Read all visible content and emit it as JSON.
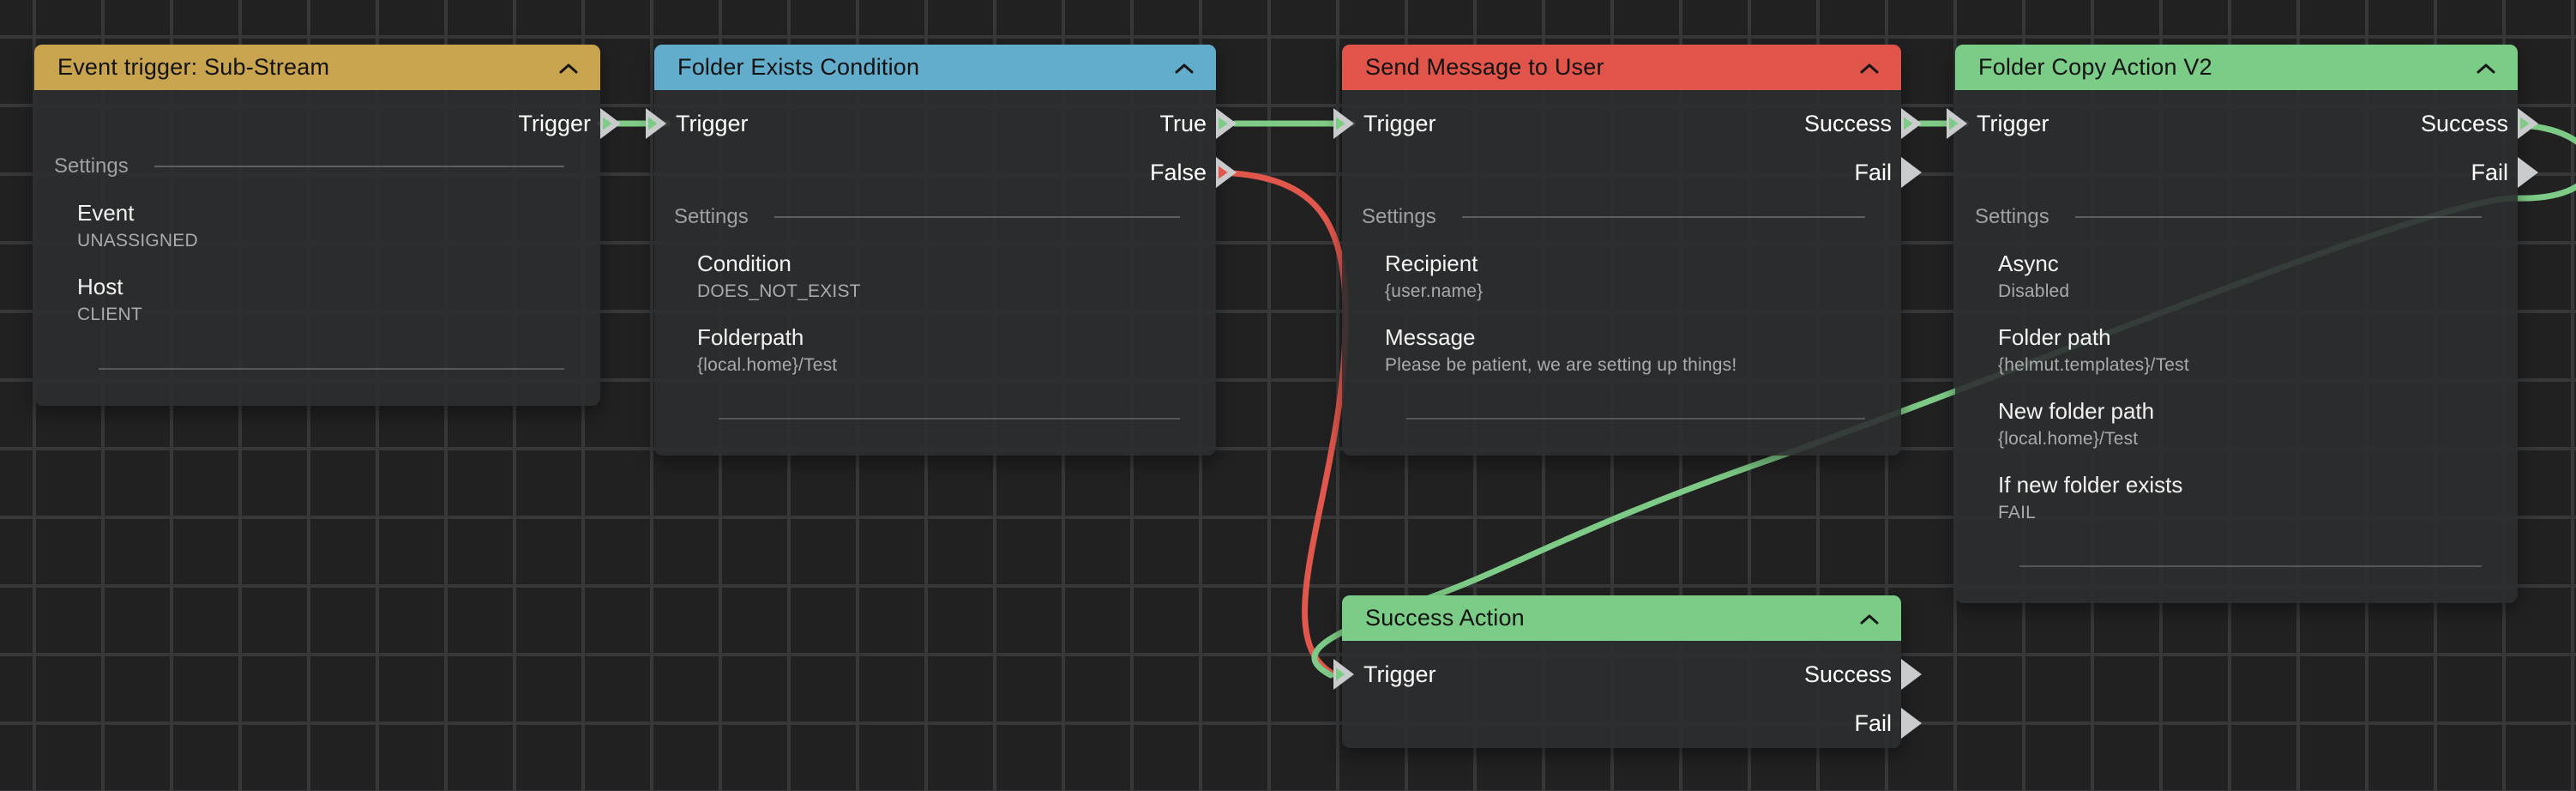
{
  "canvas": {
    "background_color": "#212122",
    "grid_line_color": "#37383a",
    "wire_green": "#7ECB87",
    "wire_red": "#E2574C",
    "port_arrow_color": "#C9CBCC",
    "node_body_color": "#2c2e2f"
  },
  "nodes": [
    {
      "title": "Event trigger: Sub-Stream",
      "header_color": "#C9A44E",
      "inputs": [],
      "outputs": [
        {
          "label": "Trigger",
          "connection": "green"
        }
      ],
      "settings_title": "Settings",
      "settings": [
        {
          "label": "Event",
          "value": "UNASSIGNED"
        },
        {
          "label": "Host",
          "value": "CLIENT"
        }
      ]
    },
    {
      "title": "Folder Exists Condition",
      "header_color": "#62ADCB",
      "inputs": [
        {
          "label": "Trigger",
          "connection": "green"
        }
      ],
      "outputs": [
        {
          "label": "True",
          "connection": "green"
        },
        {
          "label": "False",
          "connection": "red"
        }
      ],
      "settings_title": "Settings",
      "settings": [
        {
          "label": "Condition",
          "value": "DOES_NOT_EXIST"
        },
        {
          "label": "Folderpath",
          "value": "{local.home}/Test"
        }
      ]
    },
    {
      "title": "Send Message to User",
      "header_color": "#E1544A",
      "inputs": [
        {
          "label": "Trigger",
          "connection": "green"
        }
      ],
      "outputs": [
        {
          "label": "Success",
          "connection": "green"
        },
        {
          "label": "Fail",
          "connection": "none"
        }
      ],
      "settings_title": "Settings",
      "settings": [
        {
          "label": "Recipient",
          "value": "{user.name}"
        },
        {
          "label": "Message",
          "value": "Please be patient, we are setting up things!"
        }
      ]
    },
    {
      "title": "Folder Copy Action V2",
      "header_color": "#7BCC86",
      "inputs": [
        {
          "label": "Trigger",
          "connection": "green"
        }
      ],
      "outputs": [
        {
          "label": "Success",
          "connection": "green"
        },
        {
          "label": "Fail",
          "connection": "none"
        }
      ],
      "settings_title": "Settings",
      "settings": [
        {
          "label": "Async",
          "value": "Disabled"
        },
        {
          "label": "Folder path",
          "value": "{helmut.templates}/Test"
        },
        {
          "label": "New folder path",
          "value": "{local.home}/Test"
        },
        {
          "label": "If new folder exists",
          "value": "FAIL"
        }
      ]
    },
    {
      "title": "Success Action",
      "header_color": "#7BCC86",
      "inputs": [
        {
          "label": "Trigger",
          "connection": "green"
        }
      ],
      "outputs": [
        {
          "label": "Success",
          "connection": "none"
        },
        {
          "label": "Fail",
          "connection": "none"
        }
      ],
      "settings_title": "",
      "settings": []
    }
  ],
  "connections": [
    {
      "from": "Event trigger: Sub-Stream / Trigger",
      "to": "Folder Exists Condition / Trigger",
      "color": "#7ECB87"
    },
    {
      "from": "Folder Exists Condition / True",
      "to": "Send Message to User / Trigger",
      "color": "#7ECB87"
    },
    {
      "from": "Folder Exists Condition / False",
      "to": "Success Action / Trigger",
      "color": "#E2574C"
    },
    {
      "from": "Send Message to User / Success",
      "to": "Folder Copy Action V2 / Trigger",
      "color": "#7ECB87"
    },
    {
      "from": "Folder Copy Action V2 / Success",
      "to": "Success Action / Trigger",
      "color": "#7ECB87"
    }
  ]
}
